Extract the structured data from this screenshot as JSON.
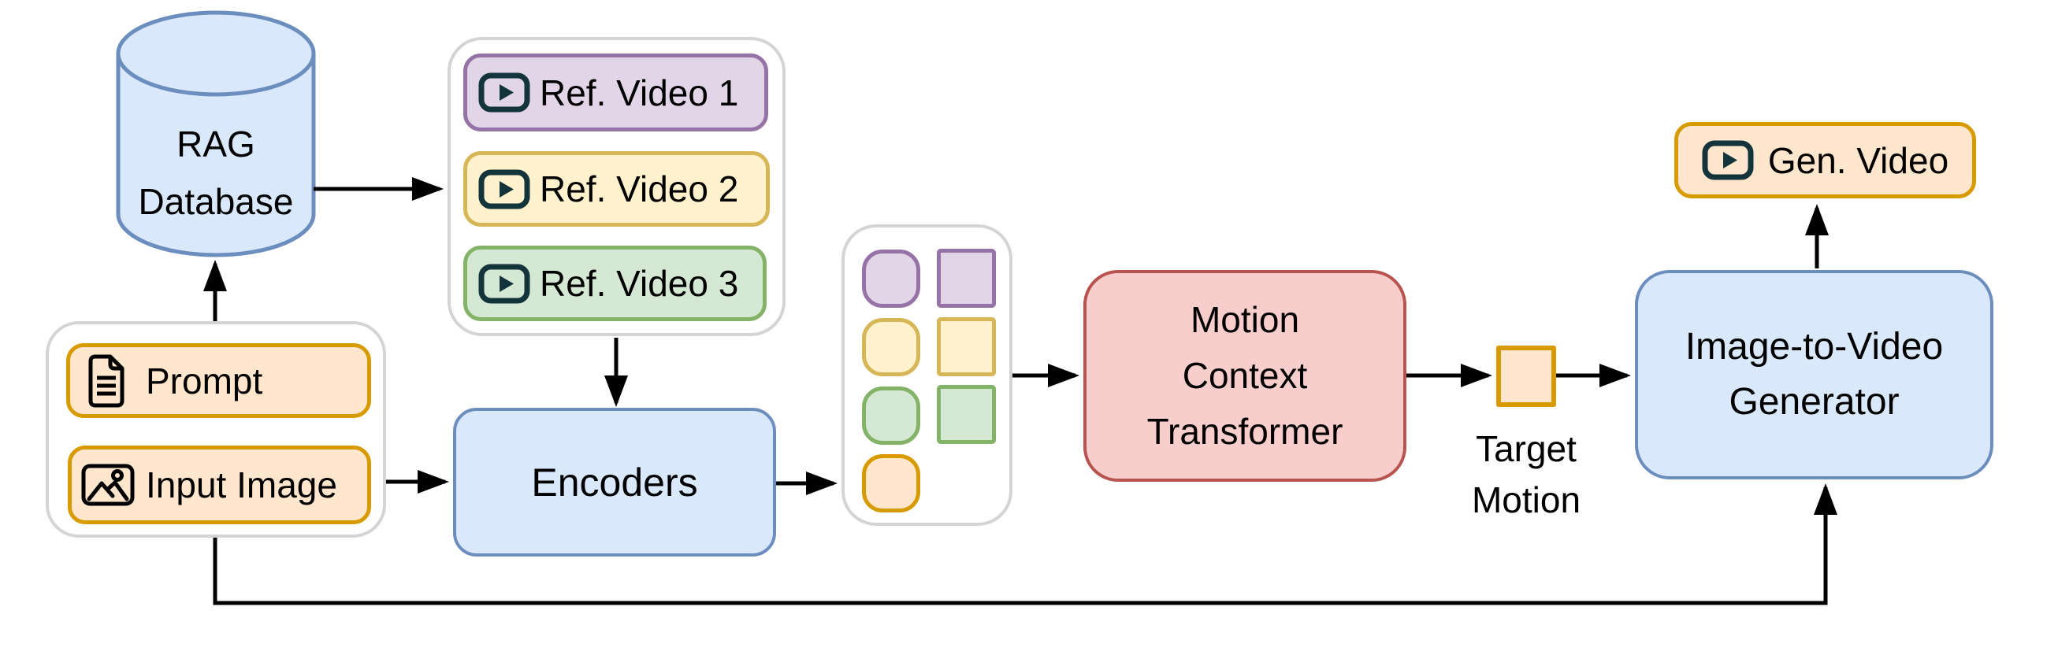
{
  "colors": {
    "blue_fill": "#dae8fc",
    "blue_stroke": "#6c8ebf",
    "purple_fill": "#e1d5e7",
    "purple_stroke": "#9673a6",
    "yellow_fill": "#fff2cc",
    "yellow_stroke": "#d6b656",
    "green_fill": "#d5e8d4",
    "green_stroke": "#82b366",
    "orange_fill": "#ffe6cc",
    "orange_stroke": "#d79b00",
    "red_fill": "#f8cecc",
    "red_stroke": "#b85450",
    "container_stroke": "#d4d4d4",
    "arrow_color": "#000000",
    "play_icon_color": "#13343b",
    "text_color": "#000000"
  },
  "nodes": {
    "rag_database": {
      "label": "RAG\nDatabase",
      "shape": "cylinder",
      "color": "blue"
    },
    "ref_videos_group": {
      "items": [
        {
          "label": "Ref. Video 1",
          "icon": "play-icon",
          "color": "purple"
        },
        {
          "label": "Ref. Video 2",
          "icon": "play-icon",
          "color": "yellow"
        },
        {
          "label": "Ref. Video 3",
          "icon": "play-icon",
          "color": "green"
        }
      ]
    },
    "inputs_group": {
      "prompt": {
        "label": "Prompt",
        "icon": "document-icon",
        "color": "orange"
      },
      "input_image": {
        "label": "Input Image",
        "icon": "image-icon",
        "color": "orange"
      }
    },
    "encoders": {
      "label": "Encoders",
      "color": "blue"
    },
    "token_grid": {
      "rounded_tokens": [
        "purple",
        "yellow",
        "green",
        "orange"
      ],
      "square_tokens": [
        "purple",
        "yellow",
        "green"
      ]
    },
    "motion_context_transformer": {
      "label": "Motion\nContext\nTransformer",
      "color": "red"
    },
    "target_motion": {
      "label": "Target\nMotion",
      "color": "orange"
    },
    "image_to_video_generator": {
      "label": "Image-to-Video\nGenerator",
      "color": "blue"
    },
    "gen_video": {
      "label": "Gen. Video",
      "icon": "play-icon",
      "color": "orange"
    }
  },
  "edges": [
    {
      "from": "inputs_group",
      "to": "rag_database"
    },
    {
      "from": "rag_database",
      "to": "ref_videos_group"
    },
    {
      "from": "ref_videos_group",
      "to": "encoders"
    },
    {
      "from": "input_image",
      "to": "encoders"
    },
    {
      "from": "encoders",
      "to": "token_grid"
    },
    {
      "from": "token_grid",
      "to": "motion_context_transformer"
    },
    {
      "from": "motion_context_transformer",
      "to": "target_motion"
    },
    {
      "from": "target_motion",
      "to": "image_to_video_generator"
    },
    {
      "from": "input_image",
      "to": "image_to_video_generator"
    },
    {
      "from": "image_to_video_generator",
      "to": "gen_video"
    }
  ]
}
